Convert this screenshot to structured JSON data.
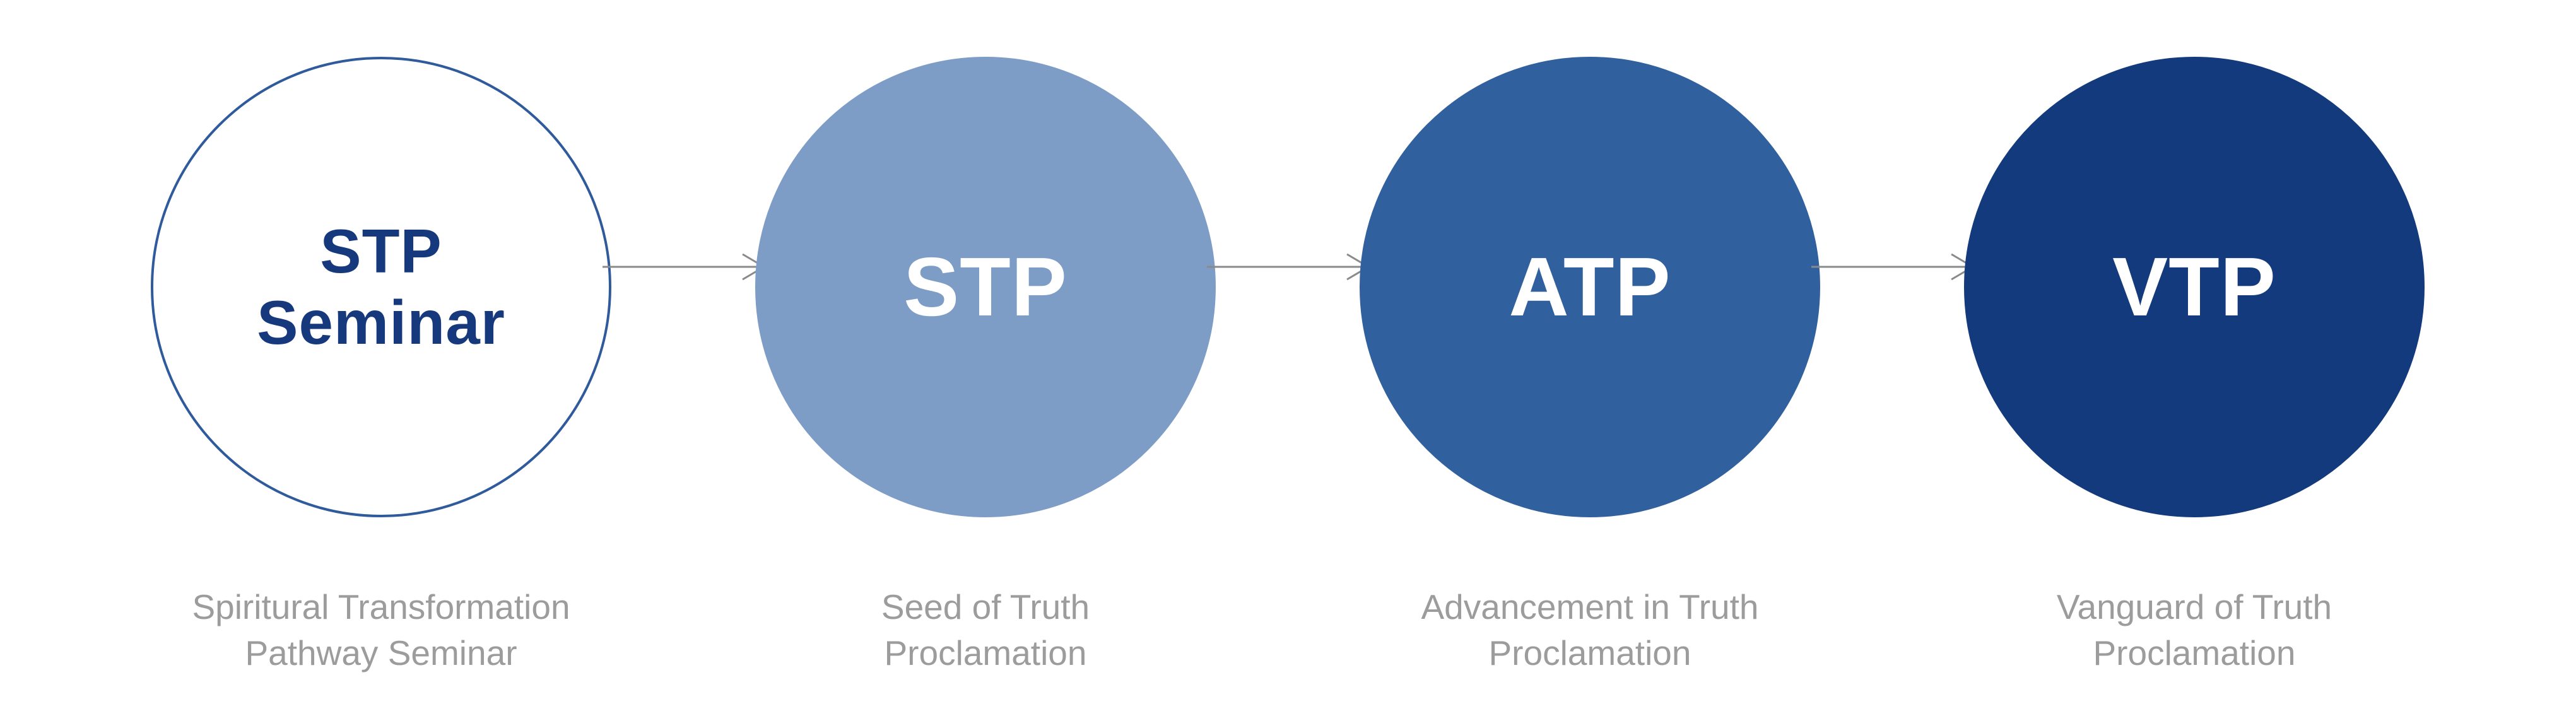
{
  "diagram_type": "horizontal-progression-flow",
  "colors": {
    "background": "#ffffff",
    "caption": "#9c9c9c",
    "arrow": "#8a8a8a",
    "stage1_border": "#2f5a9b",
    "stage1_text": "#16397e",
    "stage2_fill": "#7d9dc7",
    "stage3_fill": "#30609e",
    "stage4_fill": "#123a7c",
    "circle_text_on_fill": "#ffffff"
  },
  "stages": [
    {
      "id": "stp-seminar",
      "label_lines": [
        "STP",
        "Seminar"
      ],
      "caption_lines": [
        "Spiritural Transformation",
        "Pathway Seminar"
      ],
      "fill": "#ffffff",
      "border": "#2f5a9b",
      "text_color": "#16397e"
    },
    {
      "id": "stp",
      "label_lines": [
        "STP"
      ],
      "caption_lines": [
        "Seed of Truth",
        "Proclamation"
      ],
      "fill": "#7d9dc7",
      "border": "#7d9dc7",
      "text_color": "#ffffff"
    },
    {
      "id": "atp",
      "label_lines": [
        "ATP"
      ],
      "caption_lines": [
        "Advancement in Truth",
        "Proclamation"
      ],
      "fill": "#30609e",
      "border": "#30609e",
      "text_color": "#ffffff"
    },
    {
      "id": "vtp",
      "label_lines": [
        "VTP"
      ],
      "caption_lines": [
        "Vanguard of Truth",
        "Proclamation"
      ],
      "fill": "#123a7c",
      "border": "#123a7c",
      "text_color": "#ffffff"
    }
  ]
}
